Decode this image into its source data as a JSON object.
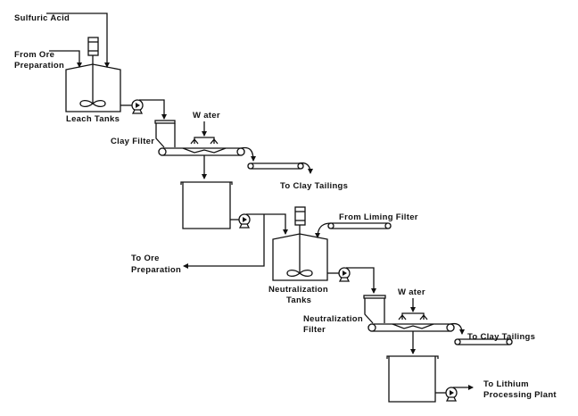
{
  "diagram": {
    "title": "Lithium clay leach and neutralization process flow",
    "labels": {
      "sulfuric_acid": "Sulfuric Acid",
      "from_ore_prep_1": "From Ore",
      "from_ore_prep_2": "Preparation",
      "leach_tanks": "Leach Tanks",
      "water_1": "W ater",
      "clay_filter": "Clay Filter",
      "to_clay_tailings_1": "To Clay Tailings",
      "from_liming_filter": "From Liming Filter",
      "to_ore_prep_1": "To Ore",
      "to_ore_prep_2": "Preparation",
      "neutralization_tanks_1": "Neutralization",
      "neutralization_tanks_2": "Tanks",
      "water_2": "W ater",
      "neutralization_filter_1": "Neutralization",
      "neutralization_filter_2": "Filter",
      "to_clay_tailings_2": "To Clay Tailings",
      "to_lithium_1": "To Lithium",
      "to_lithium_2": "Processing Plant"
    },
    "equipment": [
      {
        "id": "leach-tank",
        "type": "agitated-tank",
        "label": "Leach Tanks"
      },
      {
        "id": "pump-1",
        "type": "pump"
      },
      {
        "id": "clay-filter",
        "type": "belt-filter",
        "label": "Clay Filter"
      },
      {
        "id": "tailings-conveyor-1",
        "type": "conveyor"
      },
      {
        "id": "filtrate-tank-1",
        "type": "tank"
      },
      {
        "id": "pump-2",
        "type": "pump"
      },
      {
        "id": "liming-conveyor",
        "type": "conveyor"
      },
      {
        "id": "neutralization-tank",
        "type": "agitated-tank",
        "label": "Neutralization Tanks"
      },
      {
        "id": "pump-3",
        "type": "pump"
      },
      {
        "id": "neutralization-filter",
        "type": "belt-filter",
        "label": "Neutralization Filter"
      },
      {
        "id": "tailings-conveyor-2",
        "type": "conveyor"
      },
      {
        "id": "filtrate-tank-2",
        "type": "tank"
      },
      {
        "id": "pump-4",
        "type": "pump"
      }
    ]
  }
}
